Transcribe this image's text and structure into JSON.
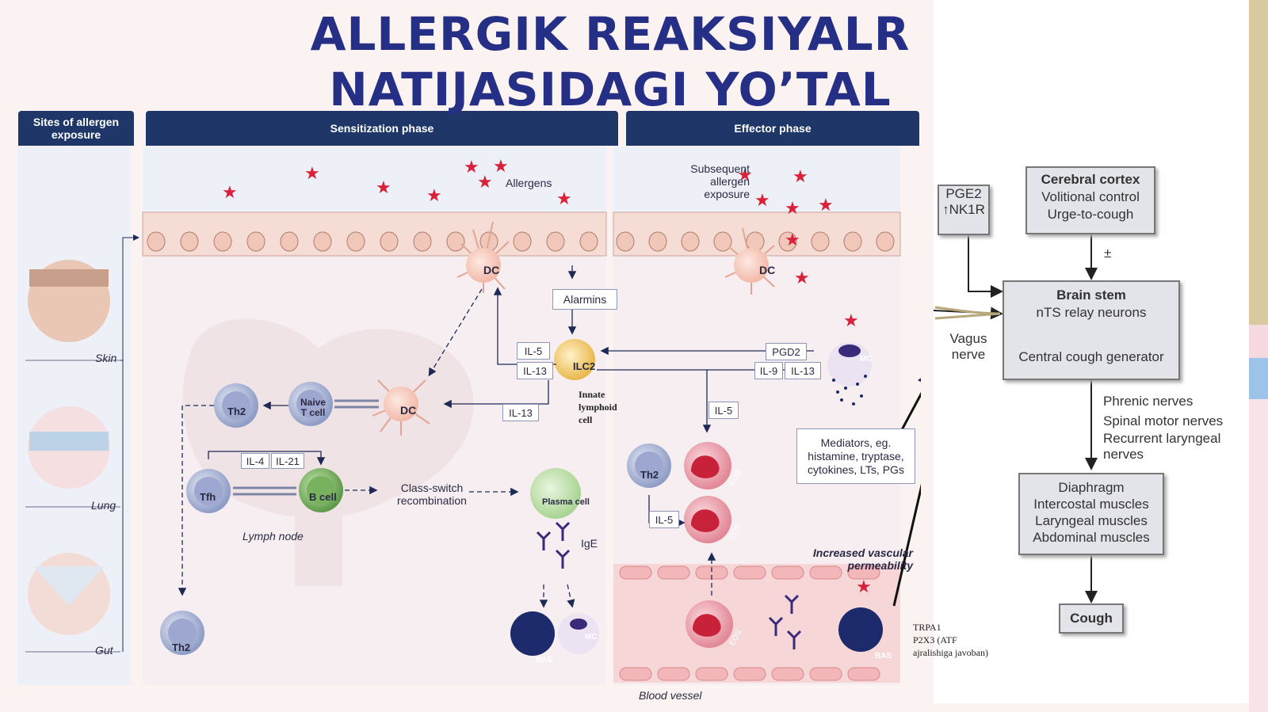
{
  "title": {
    "line1": "ALLERGIK REAKSIYALR",
    "line2": "NATIJASIDAGI YO’TAL"
  },
  "headers": {
    "sites": "Sites of allergen exposure",
    "sensitization": "Sensitization phase",
    "effector": "Effector phase"
  },
  "sites": {
    "skin": "Skin",
    "lung": "Lung",
    "gut": "Gut"
  },
  "sensitization": {
    "allergens": "Allergens",
    "alarmins": "Alarmins",
    "dc": "DC",
    "ilc2": "ILC2",
    "innate": "Innate lymphoid cell",
    "il5": "IL-5",
    "il13": "IL-13",
    "th2": "Th2",
    "naive": "Naive T cell",
    "tfh": "Tfh",
    "bcell": "B cell",
    "il4": "IL-4",
    "il21": "IL-21",
    "classswitch": "Class-switch recombination",
    "plasma": "Plasma cell",
    "ige": "IgE",
    "lymphnode": "Lymph node",
    "bas": "BAS",
    "mc": "MC"
  },
  "effector": {
    "subsequent": "Subsequent allergen exposure",
    "dc": "DC",
    "pgd2": "PGD2",
    "il9": "IL-9",
    "il13": "IL-13",
    "il5": "IL-5",
    "mc": "MC",
    "mediators": "Mediators, eg. histamine, tryptase, cytokines, LTs, PGs",
    "th2": "Th2",
    "eos": "EOS",
    "increased": "Increased vascular permeability",
    "bloodvessel": "Blood vessel",
    "bas": "BAS"
  },
  "cough_diagram": {
    "pge2": "PGE2",
    "nk1r": "↑NK1R",
    "cortex_title": "Cerebral cortex",
    "cortex_l1": "Volitional control",
    "cortex_l2": "Urge-to-cough",
    "plusminus": "±",
    "brainstem_title": "Brain stem",
    "brainstem_l1": "nTS relay neurons",
    "brainstem_l2": "Central cough generator",
    "vagus": "Vagus nerve",
    "nerves": [
      "Phrenic nerves",
      "Spinal motor nerves",
      "Recurrent laryngeal nerves"
    ],
    "muscles": [
      "Diaphragm",
      "Intercostal muscles",
      "Laryngeal muscles",
      "Abdominal muscles"
    ],
    "cough": "Cough"
  },
  "note": {
    "l1": "TRPA1",
    "l2": "P2X3 (ATF",
    "l3": "ajralishiga javoban)"
  },
  "colors": {
    "title": "#252f86",
    "header": "#1e3768",
    "star": "#d8213b",
    "eos": "#c8213a",
    "bas": "#1d2a6b"
  }
}
